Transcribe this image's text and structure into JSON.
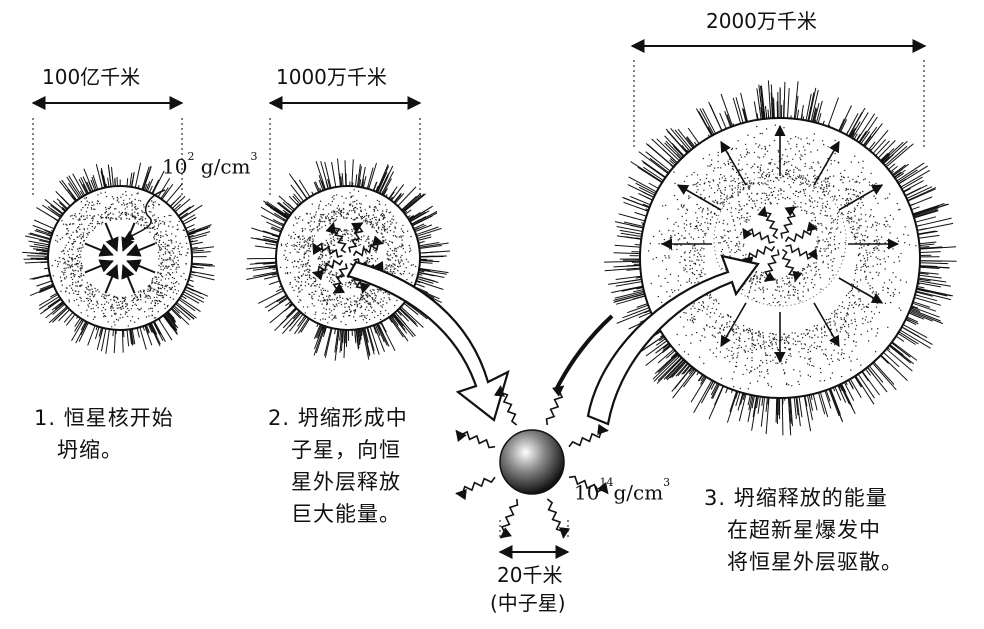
{
  "dimensions": {
    "stage1": "100亿千米",
    "stage2": "1000万千米",
    "stage3": "2000万千米",
    "neutron": "20千米"
  },
  "densities": {
    "core_base": "10",
    "core_exp": "2",
    "core_unit": " g/cm",
    "core_unit_exp": "3",
    "neutron_base": "10",
    "neutron_exp": "14",
    "neutron_unit": "g/cm",
    "neutron_unit_exp": "3"
  },
  "neutron_label": "(中子星)",
  "captions": {
    "step1": [
      "1. 恒星核开始",
      "   坍缩。"
    ],
    "step2": [
      "2. 坍缩形成中",
      "   子星，向恒",
      "   星外层释放",
      "   巨大能量。"
    ],
    "step3": [
      "3. 坍缩释放的能量",
      "   在超新星爆发中",
      "   将恒星外层驱散。"
    ]
  },
  "colors": {
    "ink": "#111111",
    "background": "#ffffff"
  }
}
